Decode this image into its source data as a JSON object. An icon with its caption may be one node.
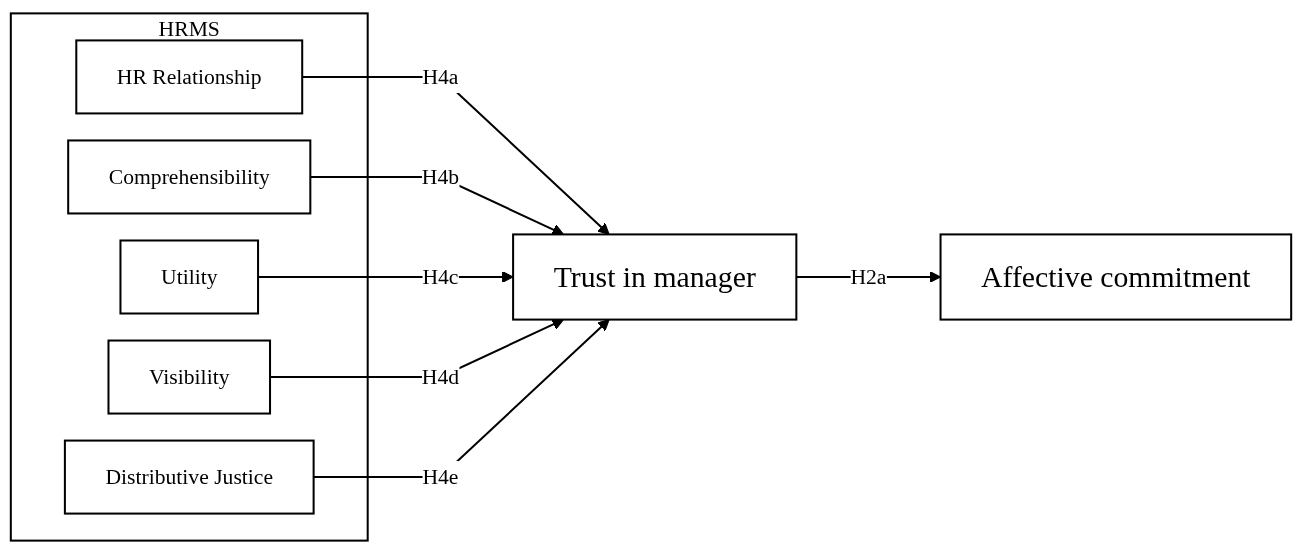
{
  "diagram": {
    "nodes": [
      {
        "text": [
          "HRMS"
        ]
      },
      {
        "text": [
          "HR Relationship"
        ],
        "in": 0
      },
      {
        "text": [
          "Comprehensibility"
        ],
        "in": 0
      },
      {
        "text": [
          "Utility"
        ],
        "in": 0
      },
      {
        "text": [
          "Visibility"
        ],
        "in": 0
      },
      {
        "text": [
          "Distributive Justice"
        ],
        "in": 0
      },
      {
        "text": [
          "Trust in manager"
        ]
      },
      {
        "text": [
          "Affective commitment"
        ]
      }
    ],
    "edges": [
      {
        "from": 1,
        "to": 6,
        "arrow": "to",
        "label": "H4a"
      },
      {
        "from": 2,
        "to": 6,
        "arrow": "to",
        "label": "H4b"
      },
      {
        "from": 3,
        "to": 6,
        "arrow": "to",
        "label": "H4c"
      },
      {
        "from": 4,
        "to": 6,
        "arrow": "to",
        "label": "H4d"
      },
      {
        "from": 5,
        "to": 6,
        "arrow": "to",
        "label": "H4e"
      },
      {
        "from": 6,
        "to": 7,
        "arrow": "to",
        "label": "H2a"
      }
    ]
  }
}
